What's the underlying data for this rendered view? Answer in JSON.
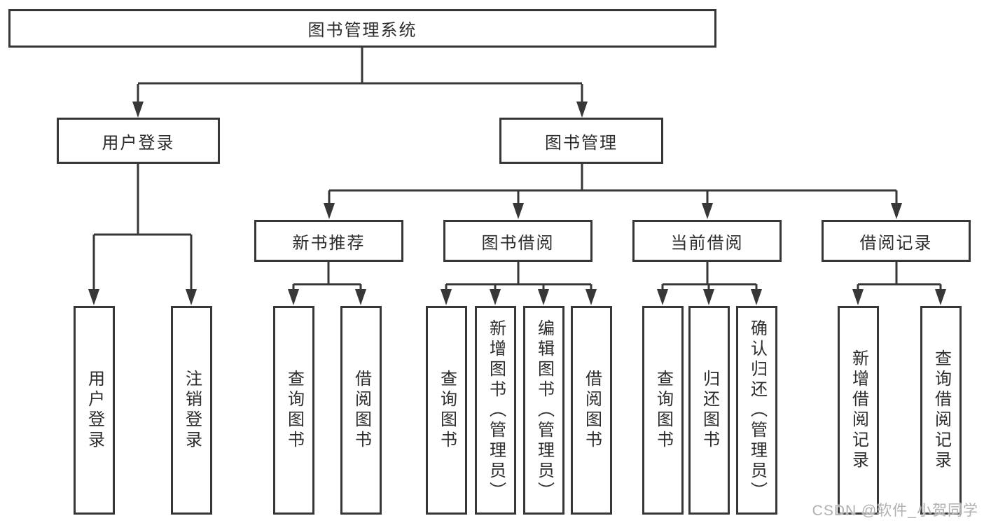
{
  "diagram": {
    "root": {
      "label": "图书管理系统"
    },
    "level2": [
      {
        "label": "用户登录"
      },
      {
        "label": "图书管理"
      }
    ],
    "level3": [
      {
        "label": "新书推荐"
      },
      {
        "label": "图书借阅"
      },
      {
        "label": "当前借阅"
      },
      {
        "label": "借阅记录"
      }
    ],
    "leaves": {
      "user_login": [
        "用户登录",
        "注销登录"
      ],
      "new_book": [
        "查询图书",
        "借阅图书"
      ],
      "book_borrow": [
        "查询图书",
        "新增图书（管理员）",
        "编辑图书（管理员）",
        "借阅图书"
      ],
      "current_borrow": [
        "查询图书",
        "归还图书",
        "确认归还（管理员）"
      ],
      "borrow_record": [
        "新增借阅记录",
        "查询借阅记录"
      ]
    }
  },
  "watermark": {
    "text": "CSDN @软件_小贺同学"
  },
  "colors": {
    "line": "#373737",
    "border": "#373737",
    "text": "#2d2d2d",
    "watermark": "#acacac",
    "background": "#ffffff"
  }
}
